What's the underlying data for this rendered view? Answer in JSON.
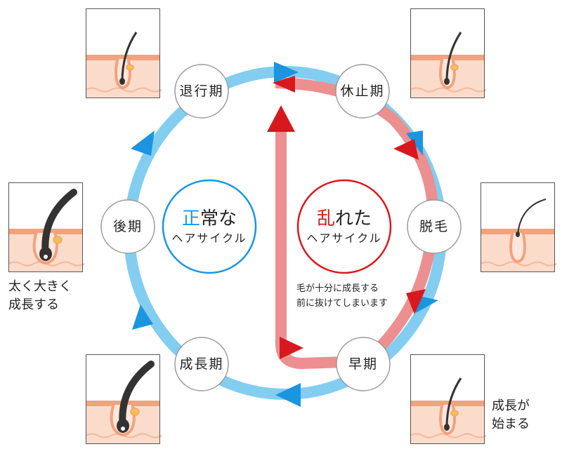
{
  "colors": {
    "blue_ring": "#82cdf0",
    "blue_arrow": "#1b95e0",
    "red_path": "#ec8f90",
    "red_arrow": "#d7191f",
    "normal_circle": "#1b95e0",
    "disrupted_circle": "#d7191f"
  },
  "stages": {
    "regression": "退行期",
    "resting": "休止期",
    "shedding": "脱毛",
    "early": "早期",
    "growth": "成長期",
    "late": "後期"
  },
  "normal_cycle": {
    "accent": "正",
    "rest": "常な",
    "sub": "ヘアサイクル"
  },
  "disrupted_cycle": {
    "accent": "乱",
    "rest": "れた",
    "sub": "ヘアサイクル"
  },
  "disrupted_note": {
    "line1": "毛が十分に成長する",
    "line2": "前に抜けてしまいます"
  },
  "late_note": {
    "line1": "太く大きく",
    "line2": "成長する"
  },
  "early_note": {
    "line1": "成長が",
    "line2": "始まる"
  }
}
